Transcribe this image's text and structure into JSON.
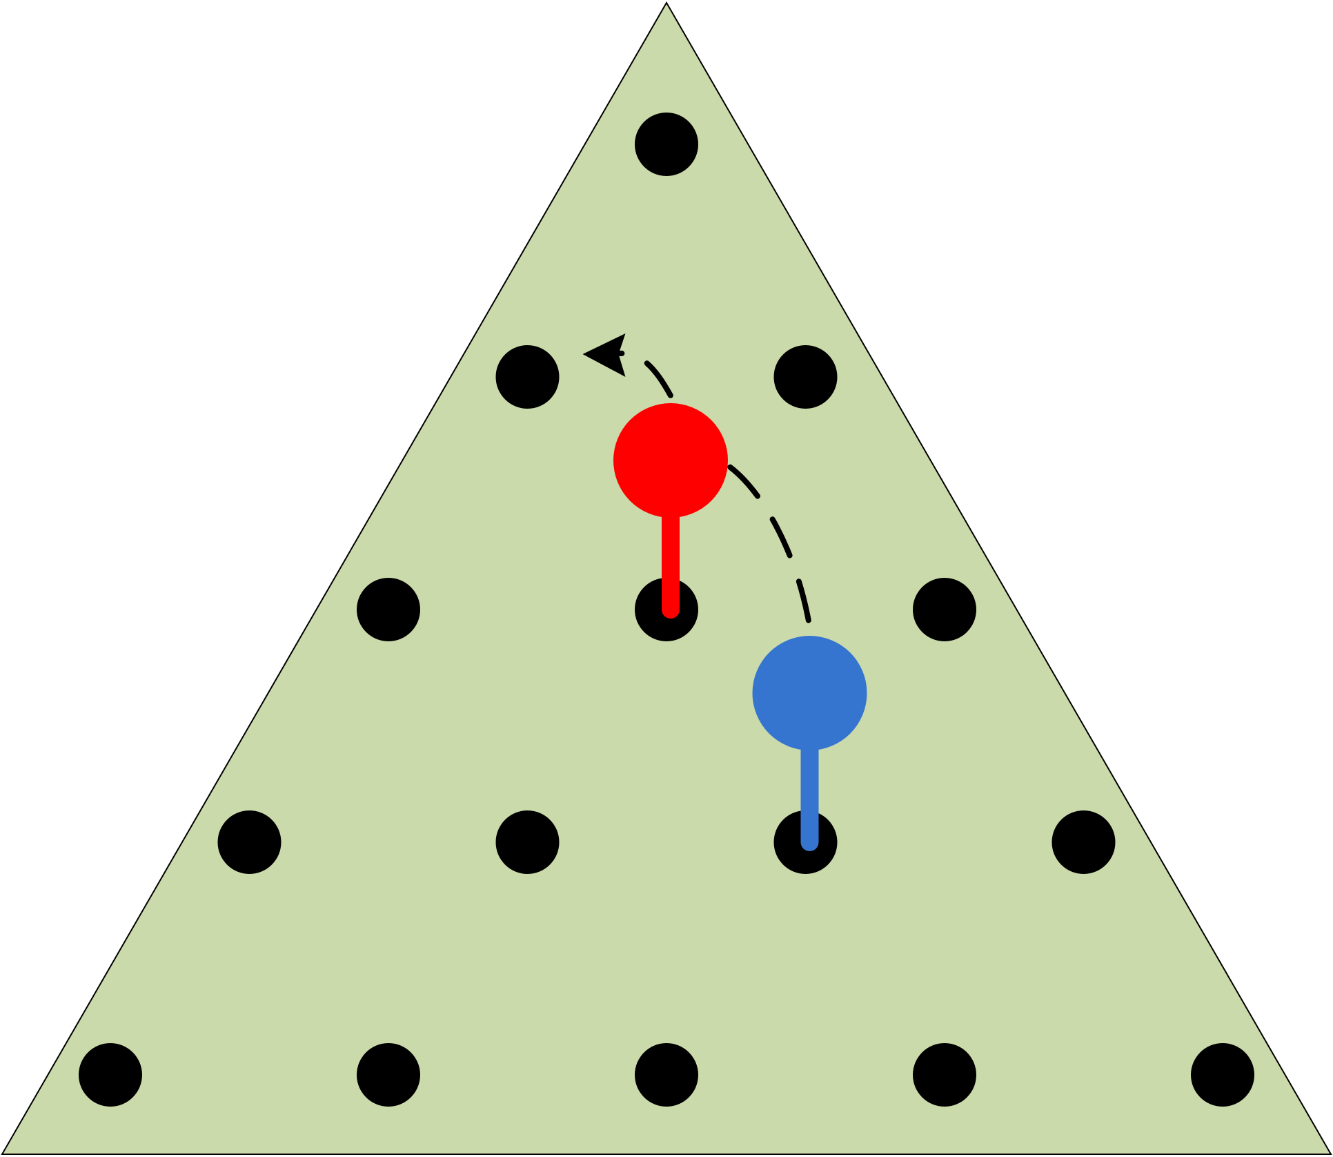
{
  "board": {
    "shape": "triangle",
    "rows": 5,
    "fill_color": "#CBDAAB",
    "border_color": "#000000",
    "hole_color": "#000000"
  },
  "holes": [
    {
      "row": 1,
      "col": 1
    },
    {
      "row": 2,
      "col": 1
    },
    {
      "row": 2,
      "col": 2
    },
    {
      "row": 3,
      "col": 1
    },
    {
      "row": 3,
      "col": 2
    },
    {
      "row": 3,
      "col": 3
    },
    {
      "row": 4,
      "col": 1
    },
    {
      "row": 4,
      "col": 2
    },
    {
      "row": 4,
      "col": 3
    },
    {
      "row": 4,
      "col": 4
    },
    {
      "row": 5,
      "col": 1
    },
    {
      "row": 5,
      "col": 2
    },
    {
      "row": 5,
      "col": 3
    },
    {
      "row": 5,
      "col": 4
    },
    {
      "row": 5,
      "col": 5
    }
  ],
  "pegs": [
    {
      "id": "red",
      "color": "#FF0000",
      "row": 3,
      "col": 2
    },
    {
      "id": "blue",
      "color": "#3575CF",
      "row": 4,
      "col": 3
    }
  ],
  "move": {
    "from": {
      "row": 4,
      "col": 3
    },
    "over": {
      "row": 3,
      "col": 2
    },
    "to": {
      "row": 2,
      "col": 1
    },
    "style": "dashed-arrow",
    "color": "#000000"
  }
}
